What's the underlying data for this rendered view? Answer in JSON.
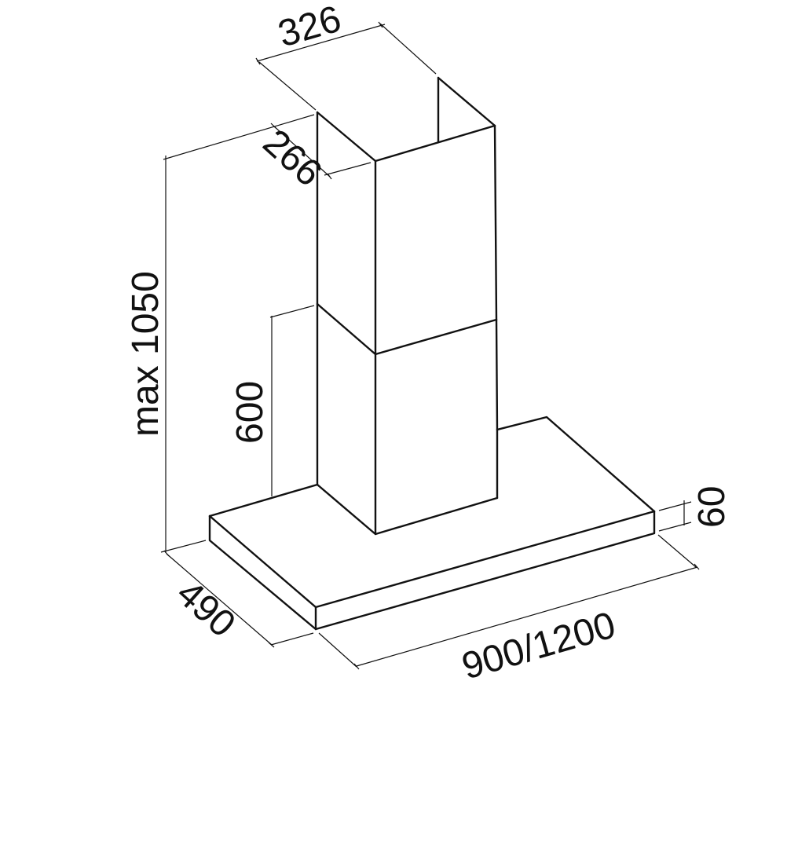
{
  "diagram": {
    "type": "technical-dimension-drawing",
    "subject": "chimney cooker hood",
    "line_color": "#111111",
    "background_color": "#ffffff",
    "parts": [
      "upper chimney section",
      "lower chimney section",
      "canopy"
    ],
    "dimensions": {
      "chimney_width": "326",
      "chimney_depth": "266",
      "max_height": "max 1050",
      "lower_chimney_height": "600",
      "canopy_depth": "490",
      "canopy_width": "900/1200",
      "canopy_thickness": "60"
    }
  }
}
